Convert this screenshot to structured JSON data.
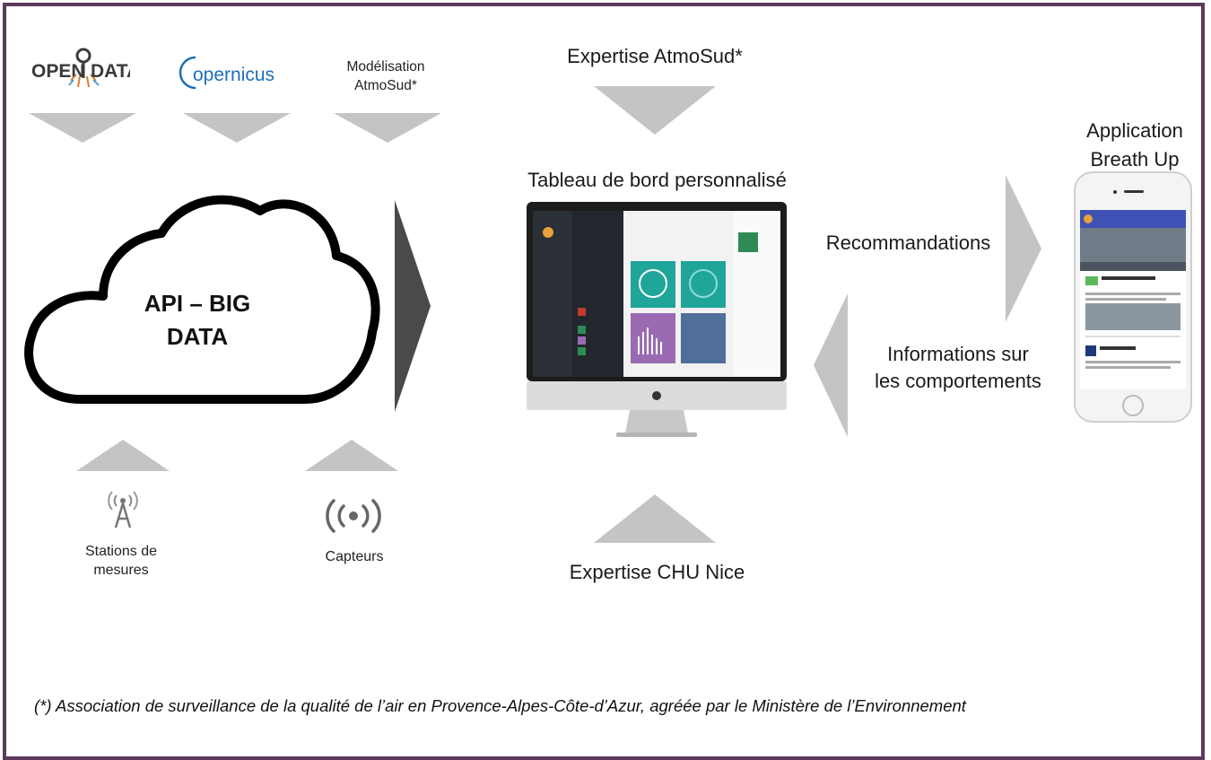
{
  "sources": {
    "opendata": {
      "text_left": "OPEN",
      "text_right": "DATA"
    },
    "copernicus": {
      "text": "opernicus"
    },
    "modelisation": {
      "line1": "Modélisation",
      "line2": "AtmoSud*"
    }
  },
  "cloud": {
    "line1": "API – BIG",
    "line2": "DATA"
  },
  "inputs": {
    "stations": {
      "line1": "Stations de",
      "line2": "mesures"
    },
    "capteurs": {
      "label": "Capteurs"
    }
  },
  "center": {
    "expertise_top": "Expertise AtmoSud*",
    "dashboard_title": "Tableau de bord personnalisé",
    "expertise_bottom": "Expertise CHU Nice"
  },
  "arrows": {
    "recommandations": "Recommandations",
    "informations_line1": "Informations sur",
    "informations_line2": "les comportements"
  },
  "app": {
    "line1": "Application",
    "line2": "Breath Up"
  },
  "footnote": "(*) Association de surveillance de la qualité de l’air en Provence-Alpes-Côte-d’Azur, agréée par le Ministère de l’Environnement",
  "colors": {
    "border": "#5b3a5e",
    "arrow_gray": "#c4c4c4",
    "big_arrow": "#4a4a4a",
    "dashboard_teal": "#1fa59a",
    "dashboard_purple": "#8e5ba5"
  }
}
